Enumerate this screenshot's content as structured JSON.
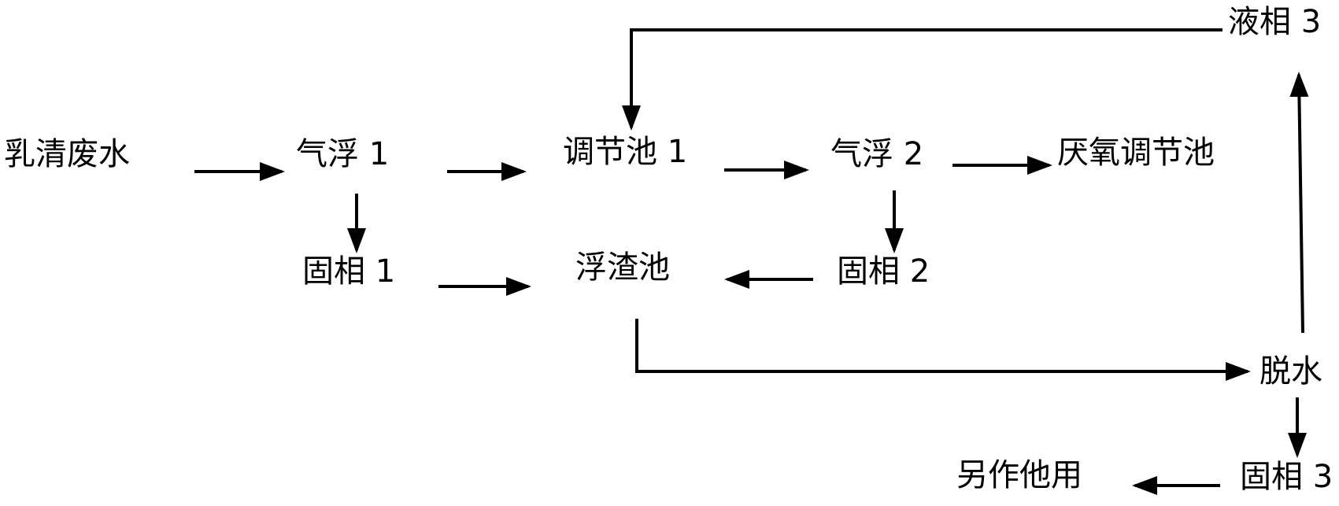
{
  "nodes": {
    "whey_wastewater": "乳清废水",
    "flotation_1": "气浮 1",
    "regulating_tank_1": "调节池 1",
    "flotation_2": "气浮 2",
    "anaerobic_regulating_tank": "厌氧调节池",
    "solid_phase_1": "固相 1",
    "scum_tank": "浮渣池",
    "solid_phase_2": "固相 2",
    "liquid_phase_3": "液相 3",
    "dewatering": "脱水",
    "solid_phase_3": "固相 3",
    "other_use": "另作他用"
  },
  "edges": [
    {
      "from": "whey_wastewater",
      "to": "flotation_1"
    },
    {
      "from": "flotation_1",
      "to": "regulating_tank_1"
    },
    {
      "from": "regulating_tank_1",
      "to": "flotation_2"
    },
    {
      "from": "flotation_2",
      "to": "anaerobic_regulating_tank"
    },
    {
      "from": "flotation_1",
      "to": "solid_phase_1"
    },
    {
      "from": "flotation_2",
      "to": "solid_phase_2"
    },
    {
      "from": "solid_phase_1",
      "to": "scum_tank"
    },
    {
      "from": "solid_phase_2",
      "to": "scum_tank"
    },
    {
      "from": "scum_tank",
      "to": "dewatering"
    },
    {
      "from": "dewatering",
      "to": "liquid_phase_3"
    },
    {
      "from": "liquid_phase_3",
      "to": "regulating_tank_1"
    },
    {
      "from": "dewatering",
      "to": "solid_phase_3"
    },
    {
      "from": "solid_phase_3",
      "to": "other_use"
    }
  ]
}
